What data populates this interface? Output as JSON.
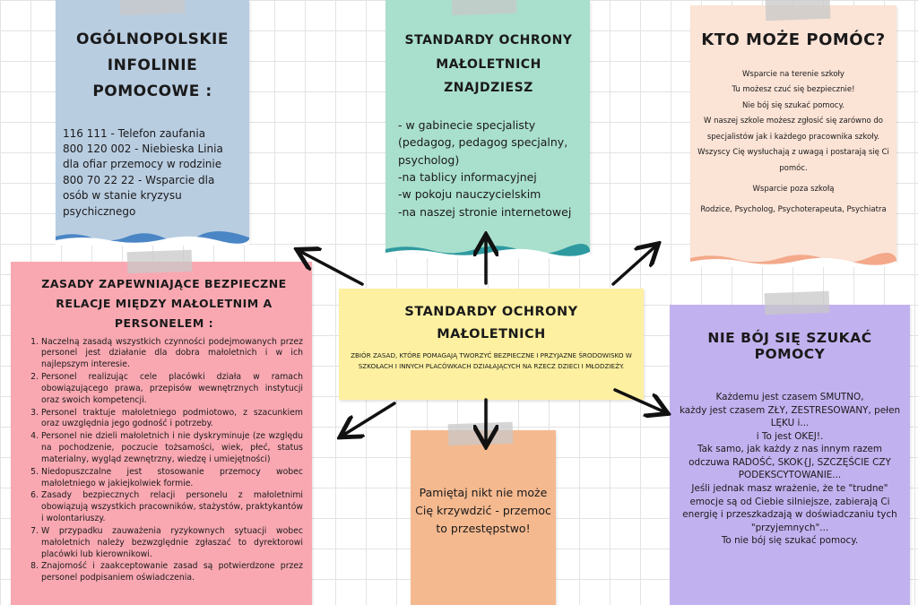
{
  "infolines": {
    "title": "OGÓLNOPOLSKIE INFOLINIE POMOCOWE :",
    "lines": [
      "116 111 - Telefon zaufania",
      "800 120 002 - Niebieska Linia dla ofiar przemocy w rodzinie",
      "800 70 22 22 - Wsparcie dla osób w stanie kryzysu psychicznego"
    ]
  },
  "where": {
    "title": "STANDARDY OCHRONY MAŁOLETNICH ZNAJDZIESZ",
    "lines": [
      "- w  gabinecie specjalisty (pedagog, pedagog specjalny, psycholog)",
      "-na tablicy informacyjnej",
      "-w pokoju nauczycielskim",
      "-na naszej stronie internetowej"
    ]
  },
  "help": {
    "title": "KTO MOŻE POMÓC?",
    "lines": [
      "Wsparcie na terenie szkoły",
      "Tu możesz czuć się bezpiecznie!",
      "Nie bój się szukać pomocy.",
      "W naszej szkole możesz zgłosić się zarówno do specjalistów jak i  każdego pracownika szkoły. Wszyscy Cię wysłuchają z uwagą i postarają się Ci pomóc.",
      "Wsparcie poza szkołą",
      "Rodzice, Psycholog, Psychoterapeuta, Psychiatra"
    ]
  },
  "rules": {
    "title": "ZASADY ZAPEWNIAJĄCE BEZPIECZNE RELACJE MIĘDZY MAŁOLETNIM A PERSONELEM :",
    "items": [
      "Naczelną zasadą wszystkich czynności podejmowanych przez personel jest działanie dla dobra małoletnich i w ich najlepszym interesie.",
      "Personel realizując cele placówki działa w ramach obowiązującego prawa, przepisów wewnętrznych instytucji oraz swoich kompetencji.",
      "Personel traktuje małoletniego podmiotowo, z szacunkiem oraz uwzględnia jego godność i potrzeby.",
      "Personel nie dzieli małoletnich i nie dyskryminuje (ze względu na pochodzenie, poczucie tożsamości, wiek, płeć, status materialny, wygląd zewnętrzny, wiedzę i umiejętności)",
      "Niedopuszczalne jest stosowanie przemocy wobec małoletniego w jakiejkolwiek formie.",
      "Zasady bezpiecznych relacji personelu z małoletnimi obowiązują wszystkich pracowników, stażystów, praktykantów i wolontariuszy.",
      "W przypadku zauważenia ryzykownych sytuacji wobec małoletnich należy bezwzględnie zgłaszać to dyrektorowi placówki lub kierownikowi.",
      "Znajomość i zaakceptowanie zasad są potwierdzone przez personel podpisaniem oświadczenia."
    ]
  },
  "center": {
    "title": "STANDARDY OCHRONY MAŁOLETNICH",
    "subtitle": "Zbiór zasad, które pomagają tworzyć bezpieczne i przyjazne środowisko w szkołach i innych placówkach działających na rzecz dzieci i młodzieży."
  },
  "crime": {
    "text": "Pamiętaj nikt nie może Cię krzywdzić - przemoc to przestępstwo!"
  },
  "courage": {
    "title": "NIE BÓJ SIĘ SZUKAĆ POMOCY",
    "lines": [
      "Każdemu jest czasem SMUTNO,",
      "każdy jest czasem ZŁY, ZESTRESOWANY, pełen LĘKU i...",
      "i To jest OKEJ!.",
      "Tak samo, jak każdy z nas innym razem odczuwa RADOŚĆ, SKOK{J, SZCZĘŚCIE CZY PODEKSCYTOWANIE...",
      "Jeśli jednak masz wrażenie, że te \"trudne\" emocje są od Ciebie silniejsze, zabierają Ci energię i przeszkadzają w doświadczaniu  tych \"przyjemnych\"...",
      "To nie bój się szukać pomocy."
    ]
  },
  "colors": {
    "blue": "#b9cde1",
    "green": "#a9dfcd",
    "peach": "#fbe3d6",
    "pink": "#f9a8b2",
    "yellow": "#fdf0a0",
    "orange": "#f5b98f",
    "purple": "#c2b1ef",
    "arrow": "#111111"
  }
}
